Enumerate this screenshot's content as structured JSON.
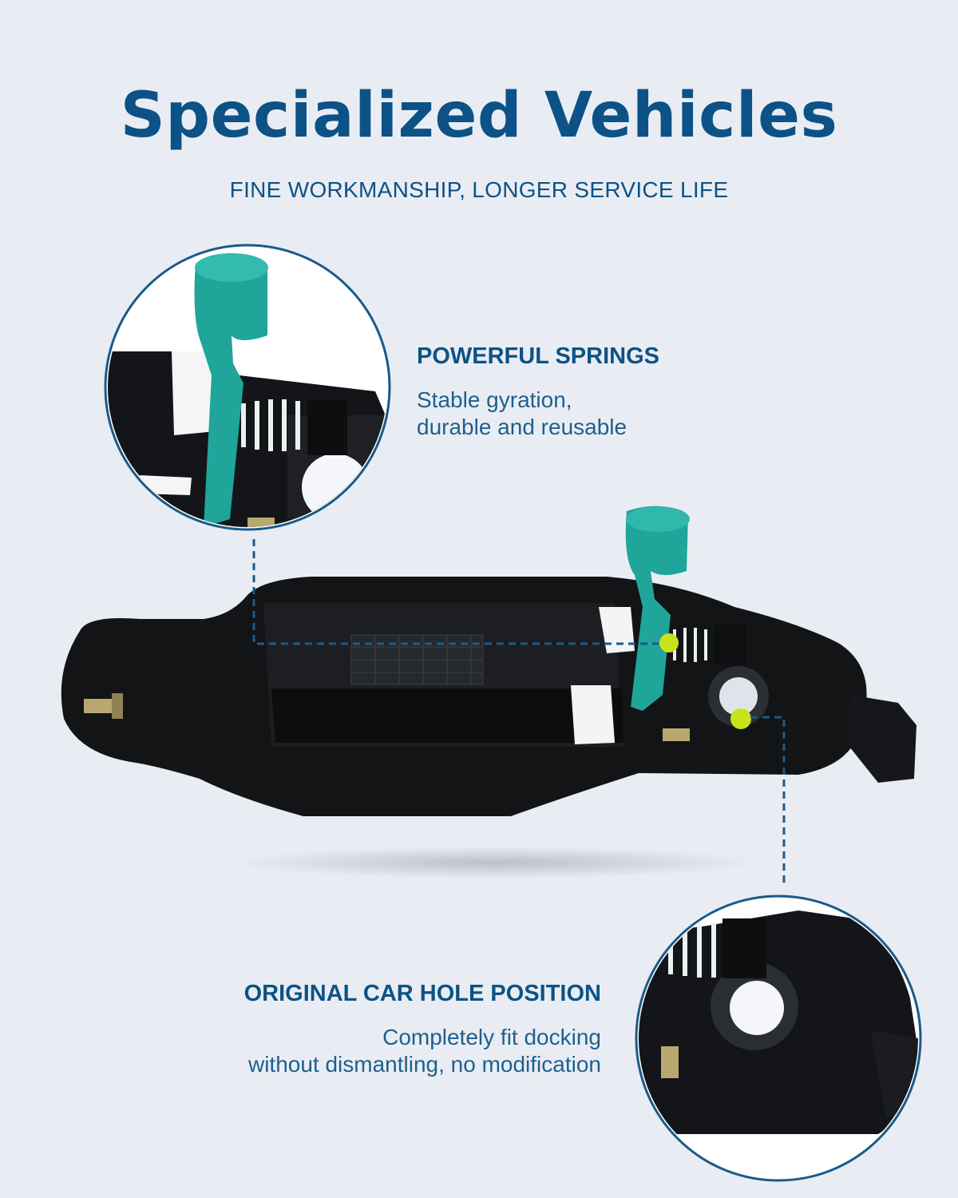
{
  "header": {
    "title": "Specialized Vehicles",
    "subtitle": "FINE WORKMANSHIP, LONGER SERVICE LIFE"
  },
  "callouts": {
    "springs": {
      "title": "POWERFUL SPRINGS",
      "line1": "Stable gyration,",
      "line2": "durable and reusable"
    },
    "hole": {
      "title": "ORIGINAL CAR HOLE POSITION",
      "line1": "Completely fit docking",
      "line2": "without dismantling, no modification"
    }
  },
  "colors": {
    "accent": "#0d5286",
    "background": "#e9edf3",
    "lever": "#1fa59a",
    "marker": "#c8e21b",
    "housing": "#111214"
  }
}
